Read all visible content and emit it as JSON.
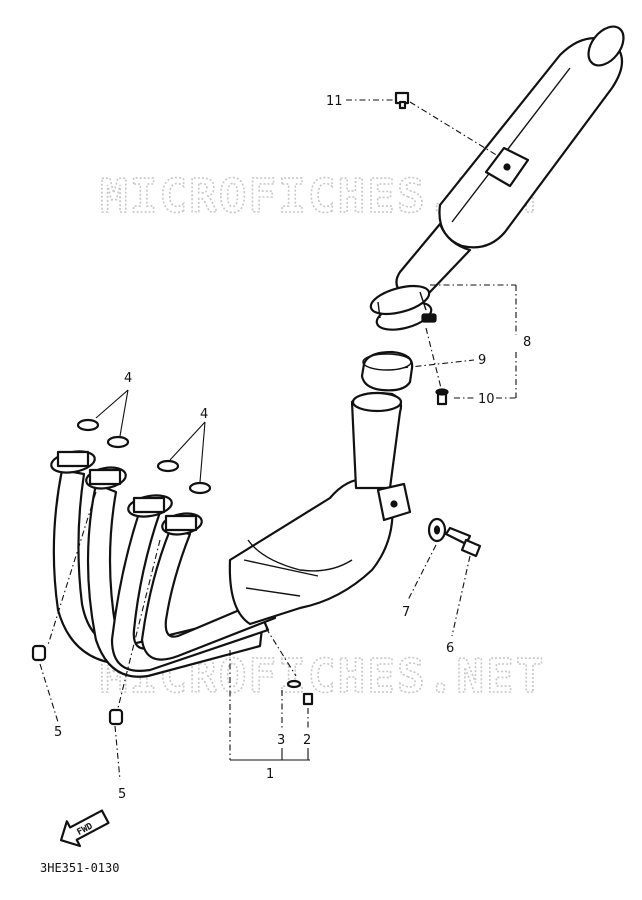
{
  "diagram_code": "3HE351-0130",
  "watermark_text": "MICROFICHES.NET",
  "fwd_label": "FWD",
  "callouts": {
    "c1": "1",
    "c2": "2",
    "c3": "3",
    "c4a": "4",
    "c4b": "4",
    "c5a": "5",
    "c5b": "5",
    "c6": "6",
    "c7": "7",
    "c8": "8",
    "c9": "9",
    "c10": "10",
    "c11": "11"
  }
}
